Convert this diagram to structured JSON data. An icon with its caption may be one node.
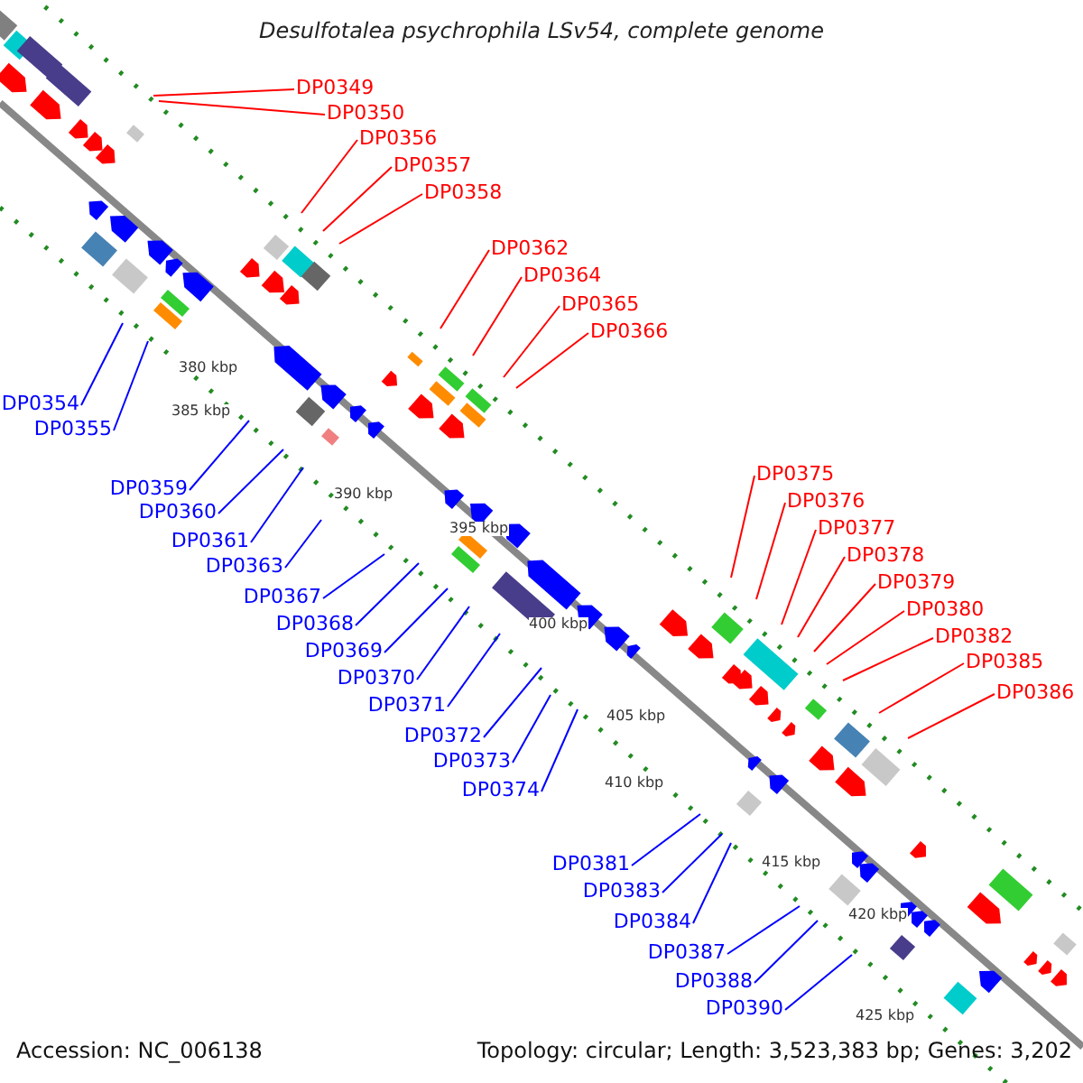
{
  "diagram": {
    "title": "Desulfotalea psychrophila LSv54, complete genome",
    "nodes": [
      {
        "text": [
          "DP0349"
        ]
      },
      {
        "text": [
          "DP0350"
        ]
      },
      {
        "text": [
          "DP0354"
        ]
      },
      {
        "text": [
          "DP0355"
        ]
      },
      {
        "text": [
          "DP0356"
        ]
      },
      {
        "text": [
          "DP0357"
        ]
      },
      {
        "text": [
          "DP0358"
        ]
      },
      {
        "text": [
          "DP0359"
        ]
      },
      {
        "text": [
          "DP0360"
        ]
      },
      {
        "text": [
          "DP0361"
        ]
      },
      {
        "text": [
          "DP0362"
        ]
      },
      {
        "text": [
          "DP0363"
        ]
      },
      {
        "text": [
          "DP0364"
        ]
      },
      {
        "text": [
          "DP0365"
        ]
      },
      {
        "text": [
          "DP0366"
        ]
      },
      {
        "text": [
          "DP0367"
        ]
      },
      {
        "text": [
          "DP0368"
        ]
      },
      {
        "text": [
          "DP0369"
        ]
      },
      {
        "text": [
          "DP0370"
        ]
      },
      {
        "text": [
          "DP0371"
        ]
      },
      {
        "text": [
          "DP0372"
        ]
      },
      {
        "text": [
          "DP0373"
        ]
      },
      {
        "text": [
          "DP0374"
        ]
      },
      {
        "text": [
          "DP0375"
        ]
      },
      {
        "text": [
          "DP0376"
        ]
      },
      {
        "text": [
          "DP0377"
        ]
      },
      {
        "text": [
          "DP0378"
        ]
      },
      {
        "text": [
          "DP0379"
        ]
      },
      {
        "text": [
          "DP0380"
        ]
      },
      {
        "text": [
          "DP0381"
        ]
      },
      {
        "text": [
          "DP0382"
        ]
      },
      {
        "text": [
          "DP0383"
        ]
      },
      {
        "text": [
          "DP0384"
        ]
      },
      {
        "text": [
          "DP0385"
        ]
      },
      {
        "text": [
          "DP0386"
        ]
      },
      {
        "text": [
          "DP0387"
        ]
      },
      {
        "text": [
          "DP0388"
        ]
      },
      {
        "text": [
          "DP0390"
        ]
      }
    ],
    "edges": [
      {
        "from": 0,
        "to": null,
        "arrow": "none",
        "color": "#ff0000"
      },
      {
        "from": 1,
        "to": null,
        "arrow": "none",
        "color": "#ff0000"
      },
      {
        "from": 2,
        "to": null,
        "arrow": "none"
      },
      {
        "from": 3,
        "to": null,
        "arrow": "none"
      },
      {
        "from": 4,
        "to": null,
        "arrow": "none",
        "color": "#ff0000"
      },
      {
        "from": 5,
        "to": null,
        "arrow": "none",
        "color": "#ff0000"
      },
      {
        "from": 6,
        "to": null,
        "arrow": "none",
        "color": "#ff0000"
      },
      {
        "from": 7,
        "to": null,
        "arrow": "none"
      },
      {
        "from": 8,
        "to": null,
        "arrow": "none"
      },
      {
        "from": 9,
        "to": null,
        "arrow": "none"
      },
      {
        "from": 10,
        "to": null,
        "arrow": "none",
        "color": "#ff0000"
      },
      {
        "from": 11,
        "to": null,
        "arrow": "none"
      },
      {
        "from": 12,
        "to": null,
        "arrow": "none",
        "color": "#ff0000"
      },
      {
        "from": 13,
        "to": null,
        "arrow": "none",
        "color": "#ff0000"
      },
      {
        "from": 14,
        "to": null,
        "arrow": "none",
        "color": "#ff0000"
      },
      {
        "from": 15,
        "to": null,
        "arrow": "none"
      },
      {
        "from": 16,
        "to": null,
        "arrow": "none"
      },
      {
        "from": 17,
        "to": null,
        "arrow": "none"
      },
      {
        "from": 18,
        "to": null,
        "arrow": "none"
      },
      {
        "from": 19,
        "to": null,
        "arrow": "none"
      },
      {
        "from": 20,
        "to": null,
        "arrow": "none"
      },
      {
        "from": 21,
        "to": null,
        "arrow": "none"
      },
      {
        "from": 22,
        "to": null,
        "arrow": "none"
      },
      {
        "from": 23,
        "to": null,
        "arrow": "none",
        "color": "#ff0000"
      },
      {
        "from": 24,
        "to": null,
        "arrow": "none",
        "color": "#ff0000"
      },
      {
        "from": 25,
        "to": null,
        "arrow": "none",
        "color": "#ff0000"
      },
      {
        "from": 26,
        "to": null,
        "arrow": "none",
        "color": "#ff0000"
      },
      {
        "from": 27,
        "to": null,
        "arrow": "none",
        "color": "#ff0000"
      },
      {
        "from": 28,
        "to": null,
        "arrow": "none",
        "color": "#ff0000"
      },
      {
        "from": 29,
        "to": null,
        "arrow": "none"
      },
      {
        "from": 30,
        "to": null,
        "arrow": "none",
        "color": "#ff0000"
      },
      {
        "from": 31,
        "to": null,
        "arrow": "none"
      },
      {
        "from": 32,
        "to": null,
        "arrow": "none"
      },
      {
        "from": 33,
        "to": null,
        "arrow": "none",
        "color": "#ff0000"
      },
      {
        "from": 34,
        "to": null,
        "arrow": "none",
        "color": "#ff0000"
      },
      {
        "from": 35,
        "to": null,
        "arrow": "none"
      },
      {
        "from": 36,
        "to": null,
        "arrow": "none"
      },
      {
        "from": 37,
        "to": null,
        "arrow": "none"
      }
    ],
    "labels": [
      "380 kbp",
      "385 kbp",
      "390 kbp",
      "395 kbp",
      "400 kbp",
      "405 kbp",
      "410 kbp",
      "415 kbp",
      "420 kbp",
      "425 kbp",
      "Accession: NC_006138",
      "Topology: circular; Length: 3,523,383 bp; Genes: 3,202"
    ]
  }
}
